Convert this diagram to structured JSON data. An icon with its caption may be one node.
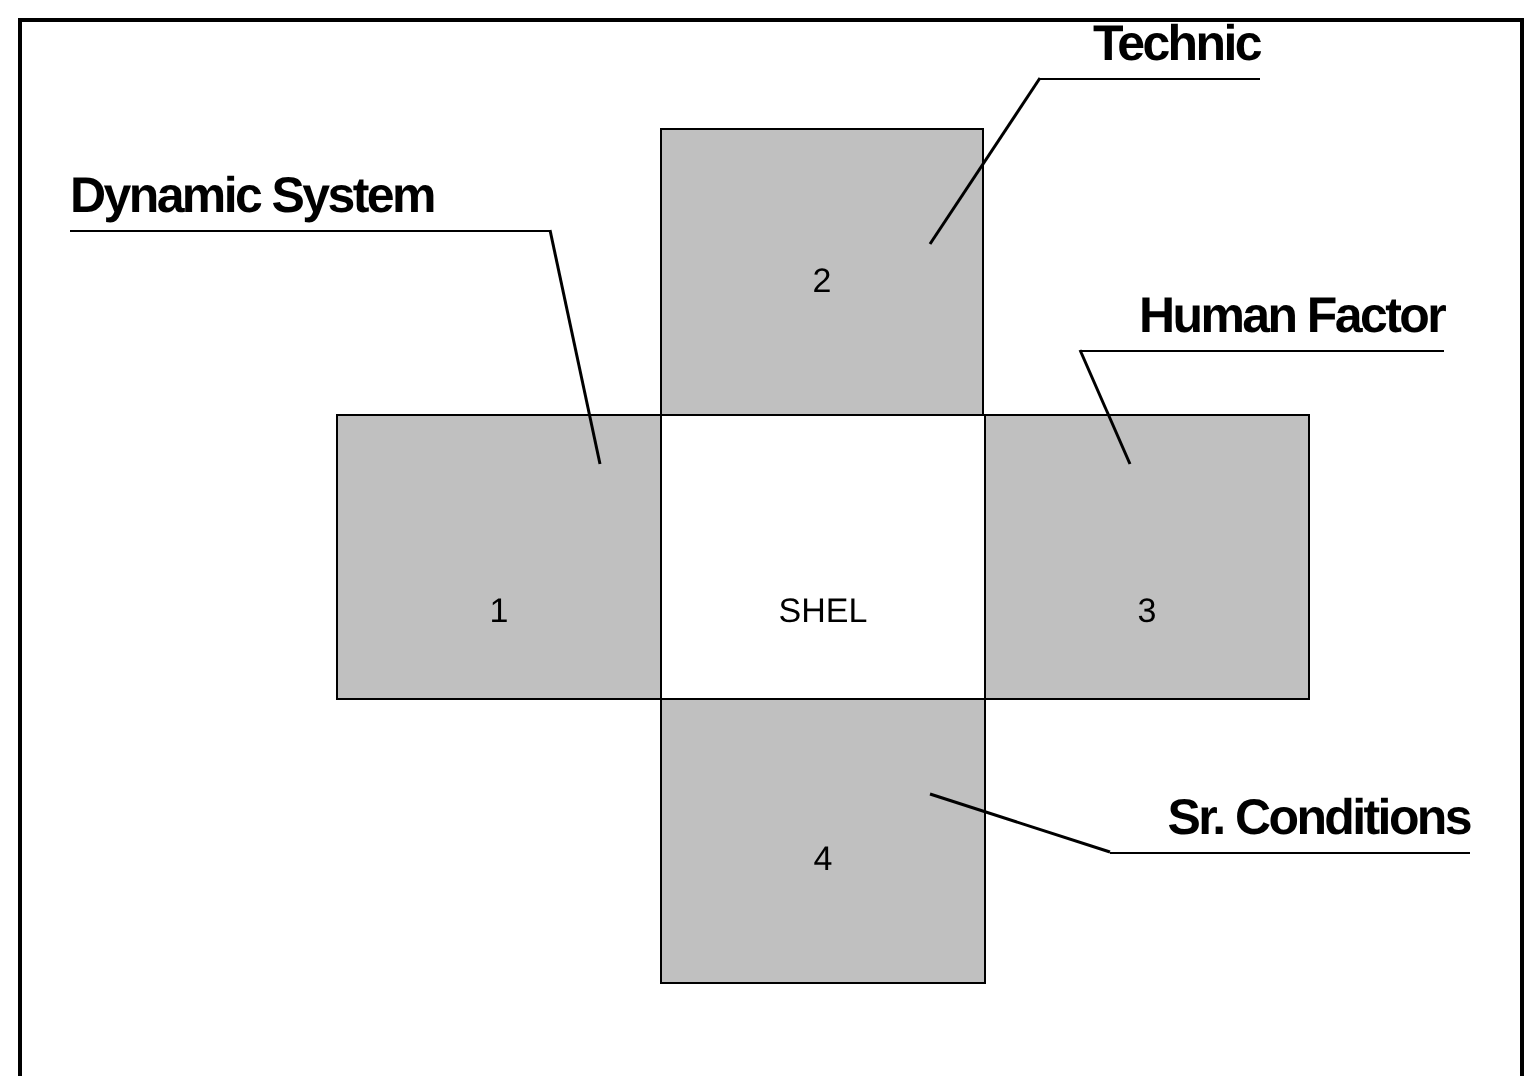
{
  "diagram": {
    "nodes": [
      {
        "text": [
          "Technic"
        ]
      },
      {
        "text": [
          "2"
        ]
      },
      {
        "text": [
          "Dynamic System"
        ]
      },
      {
        "text": [
          "Human Factor"
        ]
      },
      {
        "text": [
          "1"
        ]
      },
      {
        "text": [
          "SHEL"
        ]
      },
      {
        "text": [
          "3"
        ]
      },
      {
        "text": [
          "4"
        ]
      },
      {
        "text": [
          "Sr. Conditions"
        ]
      }
    ],
    "edges": [
      {
        "from": 0,
        "to": 1,
        "arrow": "none"
      },
      {
        "from": 2,
        "to": 4,
        "arrow": "none"
      },
      {
        "from": 3,
        "to": 6,
        "arrow": "none"
      },
      {
        "from": 8,
        "to": 7,
        "arrow": "none"
      }
    ]
  }
}
